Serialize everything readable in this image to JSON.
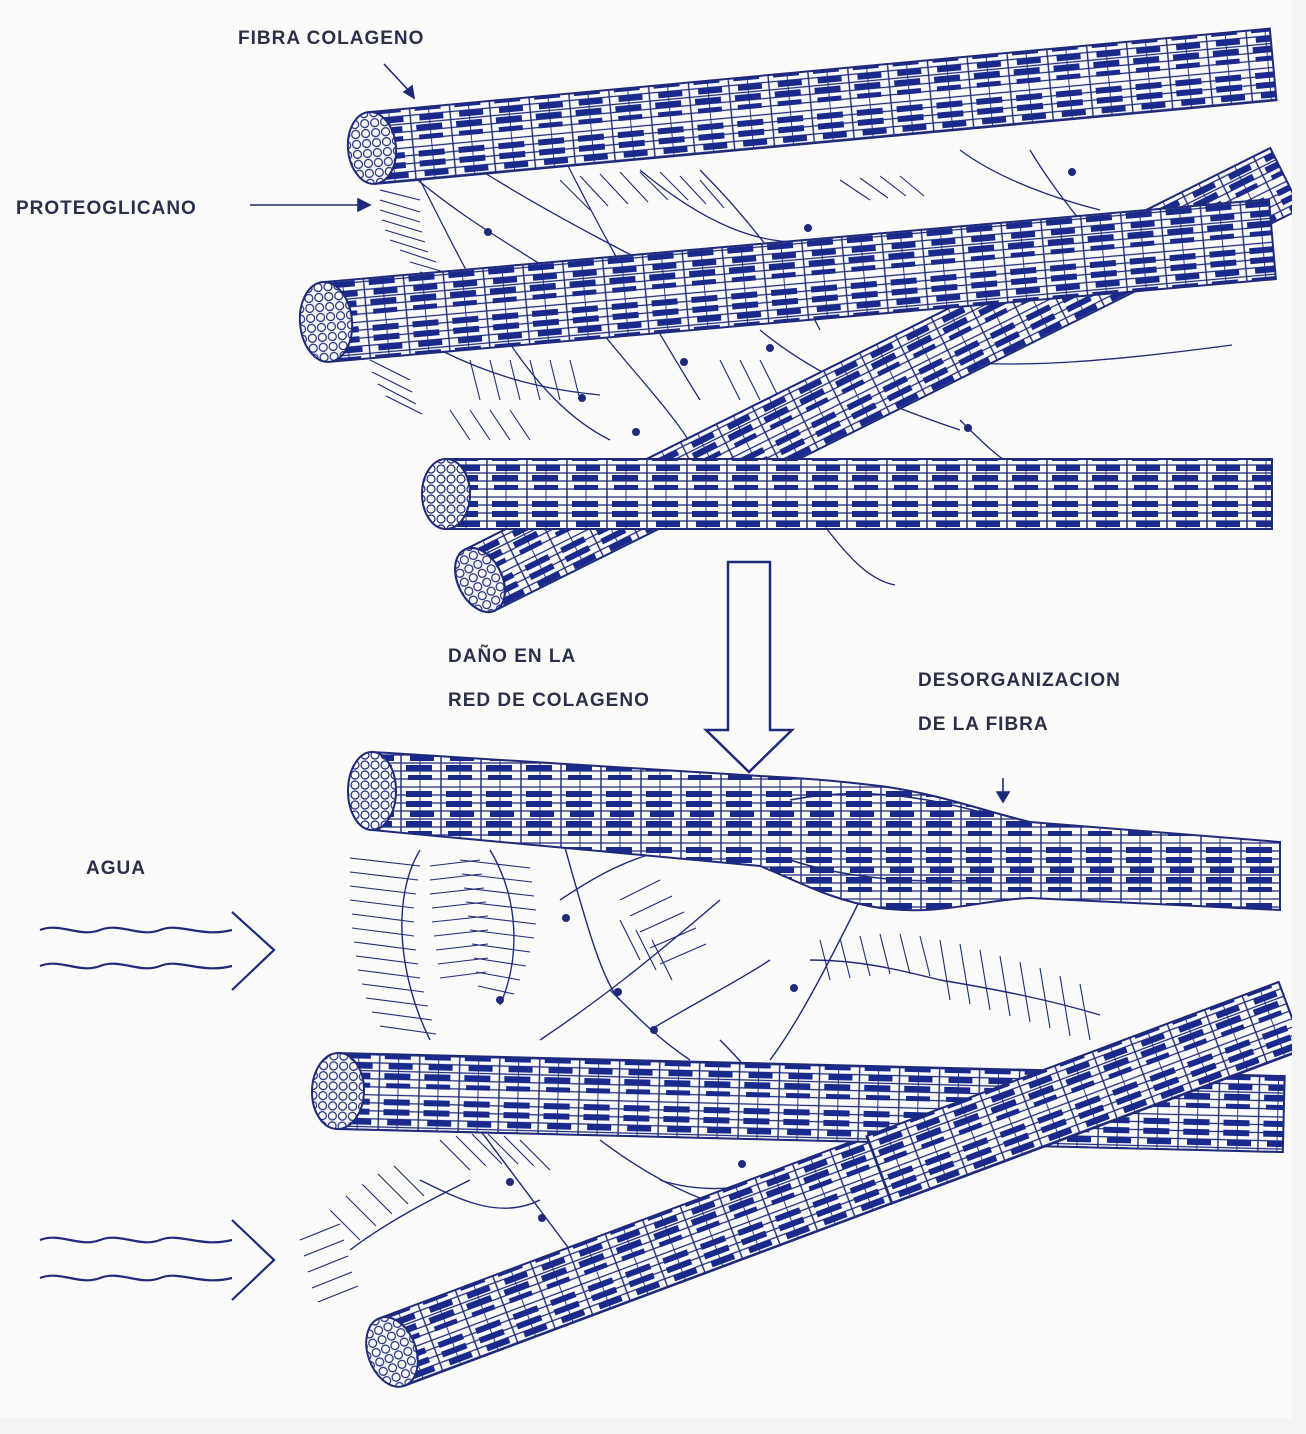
{
  "labels": {
    "collagen_fiber": "FIBRA COLAGENO",
    "proteoglycan": "PROTEOGLICANO",
    "damage_line1": "DAÑO EN LA",
    "damage_line2": "RED DE COLAGENO",
    "disorganization_line1": "DESORGANIZACION",
    "disorganization_line2": "DE LA FIBRA",
    "water": "AGUA"
  },
  "colors": {
    "ink": "#1f2a7a",
    "band": "#1a2a8c",
    "paper": "#fafaf8",
    "label": "#2a2f4a"
  }
}
